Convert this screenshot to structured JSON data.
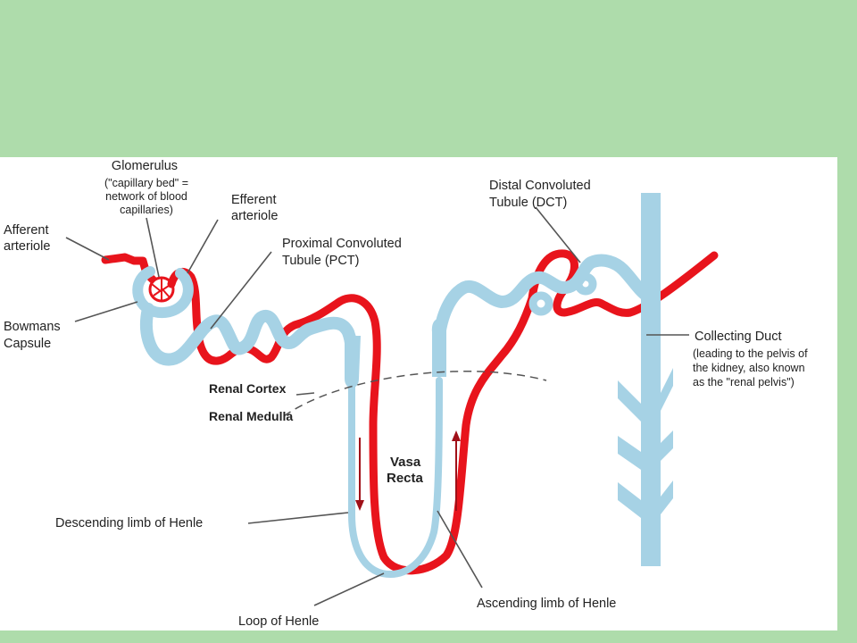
{
  "labels": {
    "glomerulus": "Glomerulus",
    "glomerulus_note": [
      "(\"capillary bed\" =",
      "network of blood",
      "capillaries)"
    ],
    "efferent": [
      "Efferent",
      "arteriole"
    ],
    "afferent": [
      "Afferent",
      "arteriole"
    ],
    "pct": [
      "Proximal Convoluted",
      "Tubule (PCT)"
    ],
    "dct": [
      "Distal Convoluted",
      "Tubule (DCT)"
    ],
    "bowmans": [
      "Bowmans",
      "Capsule"
    ],
    "collecting_duct": "Collecting Duct",
    "collecting_note": [
      "(leading to the pelvis of",
      "the kidney, also known",
      "as the \"renal pelvis\")"
    ],
    "renal_cortex": "Renal Cortex",
    "renal_medulla": "Renal Medulla",
    "vasa_recta": [
      "Vasa",
      "Recta"
    ],
    "descending": "Descending limb of Henle",
    "ascending": "Ascending limb of Henle",
    "loop": "Loop of Henle"
  },
  "colors": {
    "slide_background": "#aedcab",
    "tubule": "#a6d2e5",
    "blood_vessel": "#e8141c",
    "flow_arrow": "#a01018"
  }
}
